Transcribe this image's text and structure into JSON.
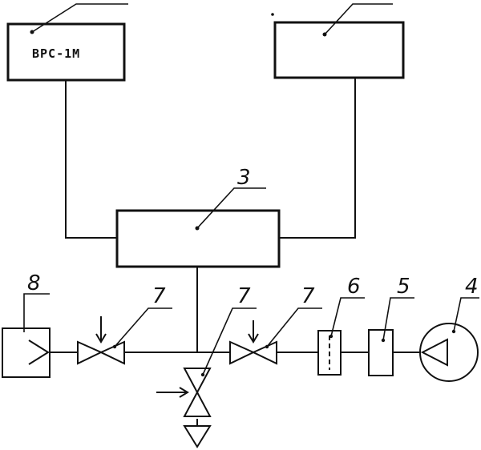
{
  "diagram": {
    "box1_label": "ВРС-1М",
    "callouts": {
      "box3": "3",
      "pump": "4",
      "filter5": "5",
      "filter6": "6",
      "valve7_left": "7",
      "valve7_center": "7",
      "valve7_right": "7",
      "unit8": "8"
    }
  }
}
